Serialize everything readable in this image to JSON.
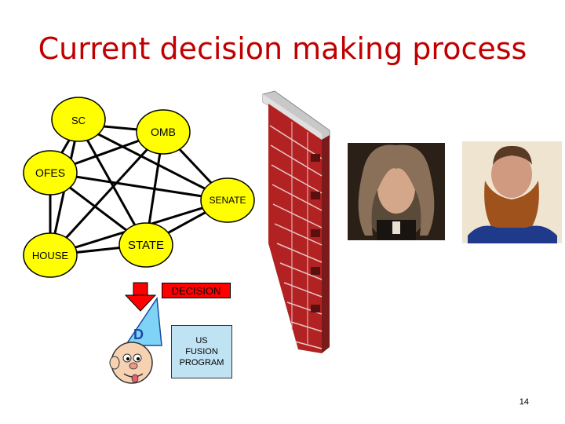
{
  "title": "Current decision making process",
  "nodes": {
    "sc": "SC",
    "omb": "OMB",
    "ofes": "OFES",
    "senate": "SENATE",
    "house": "HOUSE",
    "state": "STATE"
  },
  "decision_label": "DECISION",
  "program_label": [
    "US",
    "FUSION",
    "PROGRAM"
  ],
  "page_number": "14",
  "colors": {
    "title": "#c00000",
    "node_fill": "#ffff00",
    "decision_fill": "#ff0000",
    "program_fill": "#bfe3f3",
    "brick": "#b22222"
  },
  "icons": [
    "brick-wall",
    "arrow-down-icon",
    "dunce-cap-figure",
    "portrait-newton",
    "portrait-maxwell"
  ]
}
